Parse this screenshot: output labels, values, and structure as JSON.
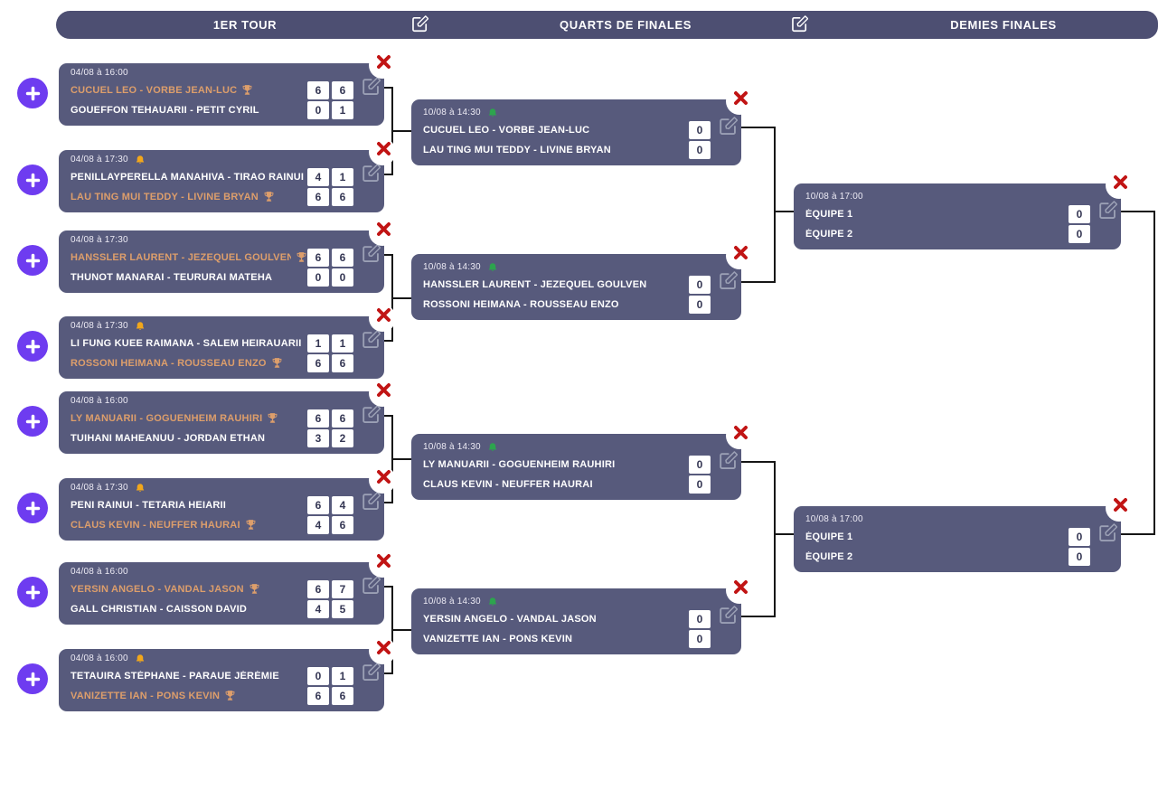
{
  "header": {
    "round1_label": "1ER TOUR",
    "quarts_label": "QUARTS DE FINALES",
    "demies_label": "DEMIES FINALES"
  },
  "colors": {
    "bar_bg": "#4d4f72",
    "card_bg": "#575a7c",
    "accent_purple": "#6e3cf0",
    "winner_orange": "#dd9e6b",
    "delete_red": "#c11414",
    "bell_yellow": "#f2a71b",
    "bell_green": "#2da44e",
    "score_text": "#343653",
    "connector": "#161616"
  },
  "icons": {
    "plus": "plus-icon",
    "edit": "edit-pencil-icon",
    "delete": "x-delete-icon",
    "bell": "bell-icon",
    "trophy": "trophy-icon"
  },
  "round1": [
    {
      "datetime": "04/08 à 16:00",
      "bell": false,
      "teams": [
        {
          "name": "CUCUEL LEO - VORBE JEAN-LUC",
          "winner": true,
          "scores": [
            "6",
            "6"
          ]
        },
        {
          "name": "GOUEFFON TEHAUARII - PETIT CYRIL",
          "winner": false,
          "scores": [
            "0",
            "1"
          ]
        }
      ]
    },
    {
      "datetime": "04/08 à 17:30",
      "bell": true,
      "teams": [
        {
          "name": "PENILLAYPERELLA MANAHIVA - TIRAO RAINUI",
          "winner": false,
          "scores": [
            "4",
            "1"
          ]
        },
        {
          "name": "LAU TING MUI TEDDY - LIVINE BRYAN",
          "winner": true,
          "scores": [
            "6",
            "6"
          ]
        }
      ]
    },
    {
      "datetime": "04/08 à 17:30",
      "bell": false,
      "teams": [
        {
          "name": "HANSSLER LAURENT - JEZEQUEL GOULVEN",
          "winner": true,
          "scores": [
            "6",
            "6"
          ]
        },
        {
          "name": "THUNOT MANARAI - TEURURAI MATEHA",
          "winner": false,
          "scores": [
            "0",
            "0"
          ]
        }
      ]
    },
    {
      "datetime": "04/08 à 17:30",
      "bell": true,
      "teams": [
        {
          "name": "LI FUNG KUEE RAIMANA - SALEM HEIRAUARII",
          "winner": false,
          "scores": [
            "1",
            "1"
          ]
        },
        {
          "name": "ROSSONI HEIMANA - ROUSSEAU ENZO",
          "winner": true,
          "scores": [
            "6",
            "6"
          ]
        }
      ]
    },
    {
      "datetime": "04/08 à 16:00",
      "bell": false,
      "teams": [
        {
          "name": "LY MANUARII - GOGUENHEIM RAUHIRI",
          "winner": true,
          "scores": [
            "6",
            "6"
          ]
        },
        {
          "name": "TUIHANI MAHEANUU - JORDAN ETHAN",
          "winner": false,
          "scores": [
            "3",
            "2"
          ]
        }
      ]
    },
    {
      "datetime": "04/08 à 17:30",
      "bell": true,
      "teams": [
        {
          "name": "PENI RAINUI - TETARIA HEIARII",
          "winner": false,
          "scores": [
            "6",
            "4"
          ]
        },
        {
          "name": "CLAUS KEVIN - NEUFFER HAURAI",
          "winner": true,
          "scores": [
            "4",
            "6"
          ]
        }
      ]
    },
    {
      "datetime": "04/08 à 16:00",
      "bell": false,
      "teams": [
        {
          "name": "YERSIN ANGELO - VANDAL JASON",
          "winner": true,
          "scores": [
            "6",
            "7"
          ]
        },
        {
          "name": "GALL CHRISTIAN - CAISSON DAVID",
          "winner": false,
          "scores": [
            "4",
            "5"
          ]
        }
      ]
    },
    {
      "datetime": "04/08 à 16:00",
      "bell": true,
      "teams": [
        {
          "name": "TETAUIRA STÉPHANE - PARAUE JÉRÉMIE",
          "winner": false,
          "scores": [
            "0",
            "1"
          ]
        },
        {
          "name": "VANIZETTE IAN - PONS KEVIN",
          "winner": true,
          "scores": [
            "6",
            "6"
          ]
        }
      ]
    }
  ],
  "quarts": [
    {
      "datetime": "10/08 à 14:30",
      "bell": true,
      "teams": [
        {
          "name": "CUCUEL LEO - VORBE JEAN-LUC",
          "winner": false,
          "scores": [
            "0"
          ]
        },
        {
          "name": "LAU TING MUI TEDDY - LIVINE BRYAN",
          "winner": false,
          "scores": [
            "0"
          ]
        }
      ]
    },
    {
      "datetime": "10/08 à 14:30",
      "bell": true,
      "teams": [
        {
          "name": "HANSSLER LAURENT - JEZEQUEL GOULVEN",
          "winner": false,
          "scores": [
            "0"
          ]
        },
        {
          "name": "ROSSONI HEIMANA - ROUSSEAU ENZO",
          "winner": false,
          "scores": [
            "0"
          ]
        }
      ]
    },
    {
      "datetime": "10/08 à 14:30",
      "bell": true,
      "teams": [
        {
          "name": "LY MANUARII - GOGUENHEIM RAUHIRI",
          "winner": false,
          "scores": [
            "0"
          ]
        },
        {
          "name": "CLAUS KEVIN - NEUFFER HAURAI",
          "winner": false,
          "scores": [
            "0"
          ]
        }
      ]
    },
    {
      "datetime": "10/08 à 14:30",
      "bell": true,
      "teams": [
        {
          "name": "YERSIN ANGELO - VANDAL JASON",
          "winner": false,
          "scores": [
            "0"
          ]
        },
        {
          "name": "VANIZETTE IAN - PONS KEVIN",
          "winner": false,
          "scores": [
            "0"
          ]
        }
      ]
    }
  ],
  "demies": [
    {
      "datetime": "10/08 à 17:00",
      "bell": false,
      "teams": [
        {
          "name": "ÉQUIPE 1",
          "winner": false,
          "scores": [
            "0"
          ]
        },
        {
          "name": "ÉQUIPE 2",
          "winner": false,
          "scores": [
            "0"
          ]
        }
      ]
    },
    {
      "datetime": "10/08 à 17:00",
      "bell": false,
      "teams": [
        {
          "name": "ÉQUIPE 1",
          "winner": false,
          "scores": [
            "0"
          ]
        },
        {
          "name": "ÉQUIPE 2",
          "winner": false,
          "scores": [
            "0"
          ]
        }
      ]
    }
  ]
}
